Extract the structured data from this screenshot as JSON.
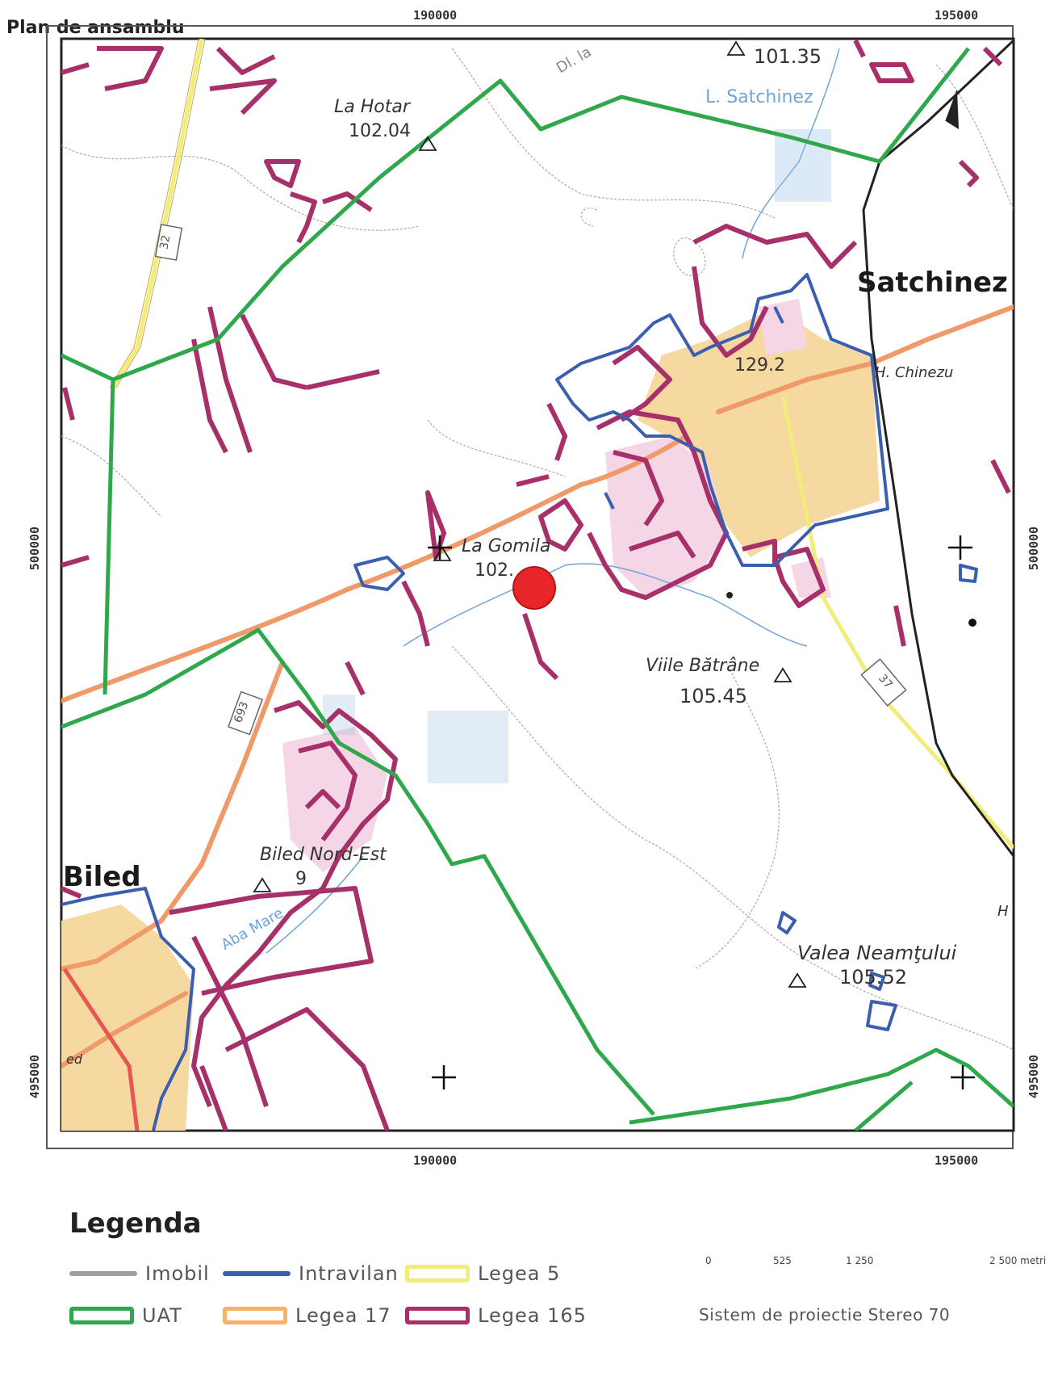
{
  "title": "Plan de ansamblu",
  "coords": {
    "top_left": "190000",
    "top_right": "195000",
    "bottom_left": "190000",
    "bottom_right": "195000",
    "left_mid": "500000",
    "left_bottom": "495000",
    "right_mid": "500000",
    "right_bottom": "495000"
  },
  "places": {
    "satchinez": "Satchinez",
    "biled": "Biled",
    "la_hotar": "La Hotar",
    "la_hotar_elev": "102.04",
    "la_gomila": "La Gomila",
    "la_gomila_elev": "102.",
    "viile_batrane": "Viile Bătrâne",
    "viile_batrane_elev": "105.45",
    "valea_neamtului": "Valea Neamţului",
    "valea_neamtului_elev": "105.52",
    "biled_nord_est": "Biled Nord-Est",
    "biled_nord_est_elev": "9",
    "l_satchinez": "L. Satchinez",
    "h_chinezu": "H. Chinezu",
    "elev_101": "101.35",
    "elev_129": "129.2",
    "aba_mare": "Aba Mare",
    "dl": "Dl. la",
    "road_32": "32",
    "road_693": "693",
    "road_37": "37",
    "ed": "ed",
    "h": "H"
  },
  "legend": {
    "title": "Legenda",
    "items": [
      {
        "label": "Imobil",
        "color": "#9e9e9e",
        "kind": "line"
      },
      {
        "label": "Intravilan",
        "color": "#3a5fb0",
        "kind": "line"
      },
      {
        "label": "Legea 5",
        "color": "#f2ec7a",
        "kind": "box"
      },
      {
        "label": "UAT",
        "color": "#2ea84a",
        "kind": "box"
      },
      {
        "label": "Legea 17",
        "color": "#f4b26a",
        "kind": "box"
      },
      {
        "label": "Legea 165",
        "color": "#a8306a",
        "kind": "box"
      }
    ]
  },
  "scale": {
    "labels": [
      "0",
      "525",
      "1 250",
      "2 500 metri"
    ]
  },
  "projection": "Sistem de proiectie Stereo 70",
  "colors": {
    "uat": "#2ea84a",
    "intravilan": "#3a5fb0",
    "legea165": "#a8306a",
    "legea17_road": "#f09a6a",
    "legea5_road": "#f2ec7a",
    "urban": "#f5d9a0",
    "marker": "#e8262a",
    "water": "#6fa5d8"
  }
}
